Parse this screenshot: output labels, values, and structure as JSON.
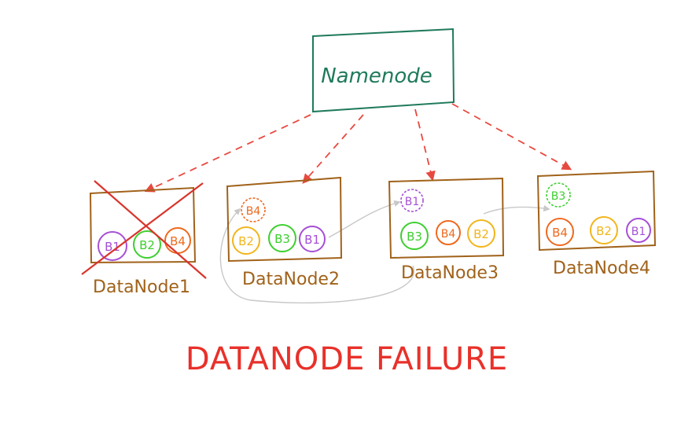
{
  "namenode": {
    "label": "Namenode"
  },
  "datanodes": [
    {
      "label": "DataNode1",
      "failed": true,
      "blocks": [
        {
          "label": "B1",
          "color": "purple"
        },
        {
          "label": "B2",
          "color": "green"
        },
        {
          "label": "B4",
          "color": "orange"
        }
      ]
    },
    {
      "label": "DataNode2",
      "failed": false,
      "blocks": [
        {
          "label": "B4",
          "color": "orange",
          "replicated": true
        },
        {
          "label": "B2",
          "color": "yellow"
        },
        {
          "label": "B3",
          "color": "green"
        },
        {
          "label": "B1",
          "color": "purple"
        }
      ]
    },
    {
      "label": "DataNode3",
      "failed": false,
      "blocks": [
        {
          "label": "B1",
          "color": "purple",
          "replicated": true
        },
        {
          "label": "B3",
          "color": "green"
        },
        {
          "label": "B4",
          "color": "orange"
        },
        {
          "label": "B2",
          "color": "yellow"
        }
      ]
    },
    {
      "label": "DataNode4",
      "failed": false,
      "blocks": [
        {
          "label": "B3",
          "color": "green",
          "replicated": true
        },
        {
          "label": "B4",
          "color": "orange"
        },
        {
          "label": "B2",
          "color": "yellow"
        },
        {
          "label": "B1",
          "color": "purple"
        }
      ]
    }
  ],
  "title": "DATANODE FAILURE",
  "colors": {
    "namenode": "#1f7a5c",
    "datanode": "#a0621a",
    "arrow": "#e8493f",
    "cross": "#d9342b",
    "title": "#e8312a",
    "replication": "#c8c8c8",
    "purple": "#a64fd6",
    "green": "#3dcf2f",
    "orange": "#ee6a1e",
    "yellow": "#f2b51b"
  }
}
